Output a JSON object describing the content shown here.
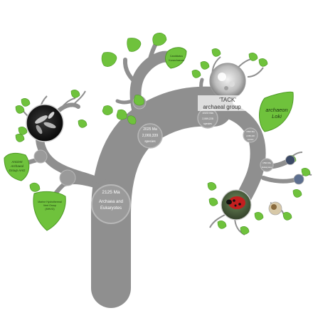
{
  "colors": {
    "branch": "#8f8f8f",
    "node_fill": "#9a9a9a",
    "node_stroke": "#b8b8b8",
    "leaf_fill": "#6fc23c",
    "leaf_stroke": "#4e9a26",
    "leaf_light": "#b9e39a"
  },
  "nodes": {
    "root": {
      "age": "2125 Ma",
      "label_line1": "Archaea and",
      "label_line2": "Eukaryotes"
    },
    "middle": {
      "age": "2025 Ma",
      "count": "2,069,339",
      "unit": "species"
    },
    "tack_split": {
      "age": "1923 Ma",
      "count": "2,069,228",
      "unit": "species"
    },
    "euk_split": {
      "age": "1593 Ma",
      "count": "2,069,100",
      "unit": "species"
    },
    "euk_node": {
      "age": "1593 Ma",
      "label": "Eukaryotes"
    }
  },
  "leaves": {
    "tack": {
      "line1": "'TACK'",
      "line2": "archaeal group"
    },
    "loki": {
      "line1": "archaeon",
      "line2": "Loki"
    },
    "aag": {
      "line1": "Ancient",
      "line2": "Archaeal",
      "line3": "Group AAG"
    },
    "lower_left": {
      "line1": "Marine Hydrothermal",
      "line2": "Vent Group",
      "line3": "(MHVG)"
    },
    "top_right": {
      "line1": "Candidatus",
      "line2": "Korarchaeum"
    }
  },
  "icons": [
    "archaea-micrograph-icon",
    "tack-micrograph-icon",
    "ladybird-photo-icon",
    "fungus-photo-icon",
    "small-organism-photo-icon"
  ]
}
